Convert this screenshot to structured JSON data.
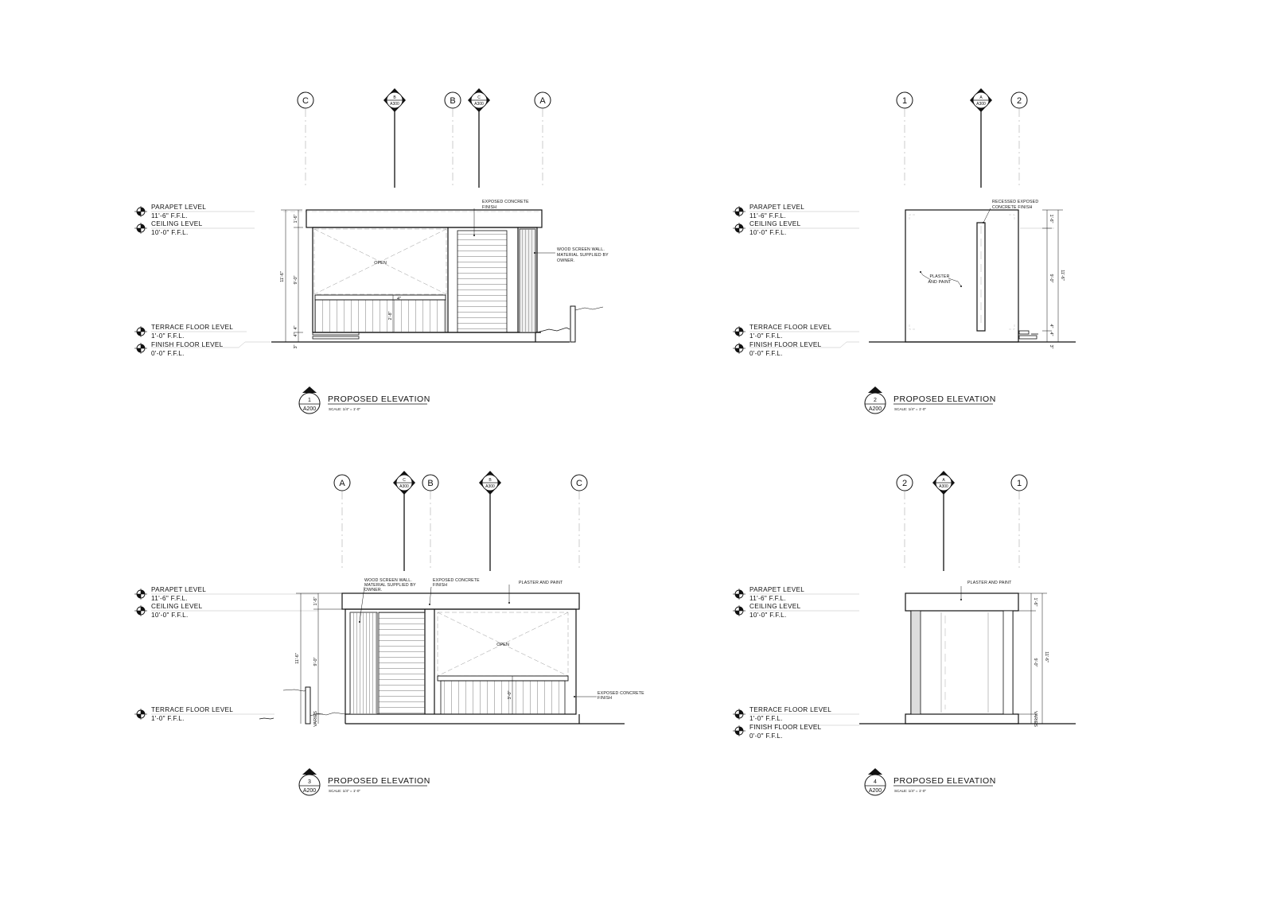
{
  "levels": {
    "parapet": "PARAPET LEVEL",
    "parapet_value": "11'-6\" F.F.L.",
    "ceiling": "CEILING LEVEL",
    "ceiling_value": "10'-0\" F.F.L.",
    "terrace": "TERRACE FLOOR LEVEL",
    "terrace_value": "1'-0\" F.F.L.",
    "finish": "FINISH FLOOR LEVEL",
    "finish_value": "0'-0\" F.F.L."
  },
  "sheet_ref": "A300",
  "title_sheet": "A200",
  "title_text": "PROPOSED ELEVATION",
  "scale_text": "SCALE: 1/4\" = 1'-0\"",
  "open_label": "OPEN",
  "elevations": [
    {
      "number": "1",
      "grids": [
        "C",
        "B",
        "A"
      ],
      "section_markers": [
        "B",
        "C"
      ],
      "notes": {
        "concrete": [
          "EXPOSED CONCRETE",
          "FINISH"
        ],
        "screen": [
          "WOOD SCREEN WALL.",
          "MATERIAL SUPPLIED BY",
          "OWNER."
        ]
      },
      "dims": {
        "overall": "11'-6\"",
        "parapet": "1'-6\"",
        "clear": "9'-0\"",
        "bench": "2'-8\"",
        "bench_top": "4\"",
        "step_a": "4\"",
        "step_b": "4\"",
        "base": "3\""
      }
    },
    {
      "number": "2",
      "grids": [
        "1",
        "2"
      ],
      "section_markers": [
        "A"
      ],
      "notes": {
        "recess": [
          "RECESSED EXPOSED",
          "CONCRETE FINISH"
        ],
        "plaster": [
          "PLASTER",
          "AND PAINT"
        ]
      },
      "dims": {
        "overall": "11'-6\"",
        "parapet": "1'-6\"",
        "clear": "9'-0\"",
        "step_a": "4\"",
        "step_b": "4\"",
        "base": "3\""
      }
    },
    {
      "number": "3",
      "grids": [
        "A",
        "B",
        "C"
      ],
      "section_markers": [
        "C",
        "B"
      ],
      "notes": {
        "screen": [
          "WOOD SCREEN WALL.",
          "MATERIAL SUPPLIED BY",
          "OWNER."
        ],
        "concrete": [
          "EXPOSED CONCRETE",
          "FINISH"
        ],
        "plaster": "PLASTER AND PAINT",
        "concrete2": [
          "EXPOSED CONCRETE",
          "FINISH"
        ]
      },
      "dims": {
        "overall": "11'-6\"",
        "parapet": "1'-6\"",
        "clear": "9'-0\"",
        "bench": "3'-0\"",
        "varies": "VARIES"
      }
    },
    {
      "number": "4",
      "grids": [
        "2",
        "1"
      ],
      "section_markers": [
        "A"
      ],
      "notes": {
        "plaster": "PLASTER AND PAINT"
      },
      "dims": {
        "overall": "11'-6\"",
        "parapet": "1'-6\"",
        "clear": "9'-0\"",
        "varies": "VARIES"
      }
    }
  ]
}
